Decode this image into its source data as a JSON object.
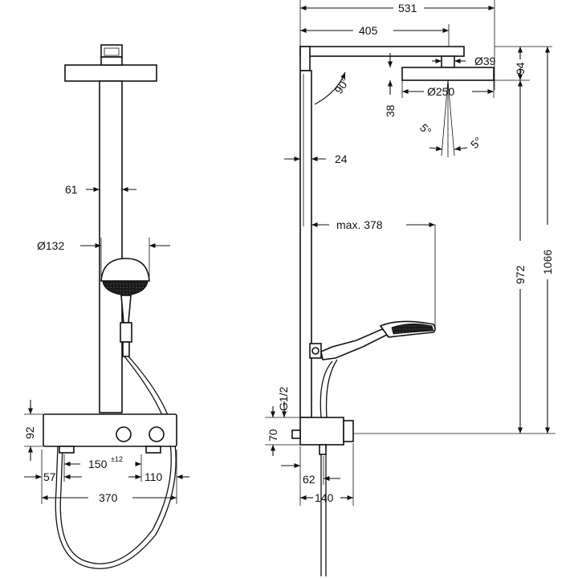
{
  "diagram": {
    "colors": {
      "ink": "#111111",
      "paper": "#ffffff",
      "spray_face": "#1a1a1a"
    },
    "front_view": {
      "dim_pipe_width": "61",
      "dim_handshower_diameter": "Ø132",
      "dim_thermostat_height": "92",
      "dim_hose_offset": "57",
      "dim_inlet_spacing": "150",
      "dim_inlet_spacing_tolerance": "±12",
      "dim_right_offset": "110",
      "dim_total_width": "370"
    },
    "side_view": {
      "dim_arm_total": "531",
      "dim_arm_to_head_center": "405",
      "dim_connector_diameter": "Ø39",
      "dim_head_thickness": "94",
      "dim_arm_angle": "90°",
      "dim_head_diameter": "Ø250",
      "dim_head_depth": "38",
      "dim_tilt_left": "5°",
      "dim_tilt_right": "5°",
      "dim_pipe_diameter": "24",
      "dim_handshower_reach": "max. 378",
      "dim_height_to_head": "972",
      "dim_height_to_top": "1066",
      "dim_thread": "G1/2",
      "dim_inlet_height": "70",
      "dim_inlet_depth": "62",
      "dim_body_depth": "140"
    }
  }
}
